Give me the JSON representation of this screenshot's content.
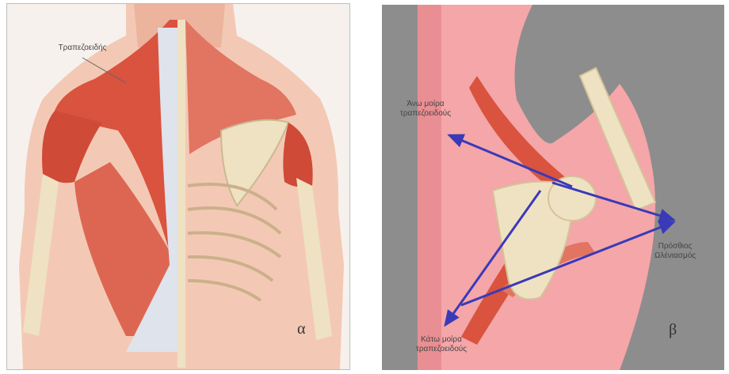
{
  "panel_a": {
    "label_trapezius": "Τραπεζοειδής",
    "panel_letter": "α"
  },
  "panel_b": {
    "label_upper": [
      "Άνω μοίρα",
      "τραπεζοειδούς"
    ],
    "label_lower": [
      "Κάτω μοίρα",
      "τραπεζοειδούς"
    ],
    "label_acromion": [
      "Πρόσθιος",
      "Ωλένιασμός"
    ],
    "panel_letter": "β"
  },
  "colors": {
    "muscle": "#d9533f",
    "muscle_light": "#e98470",
    "skin": "#f3c9b5",
    "bone": "#efe2c2",
    "fascia": "#dfe3ec",
    "arrow": "#3a3ab8",
    "pink_bg": "#f4a6a8",
    "gray_bg": "#8d8d8d"
  }
}
